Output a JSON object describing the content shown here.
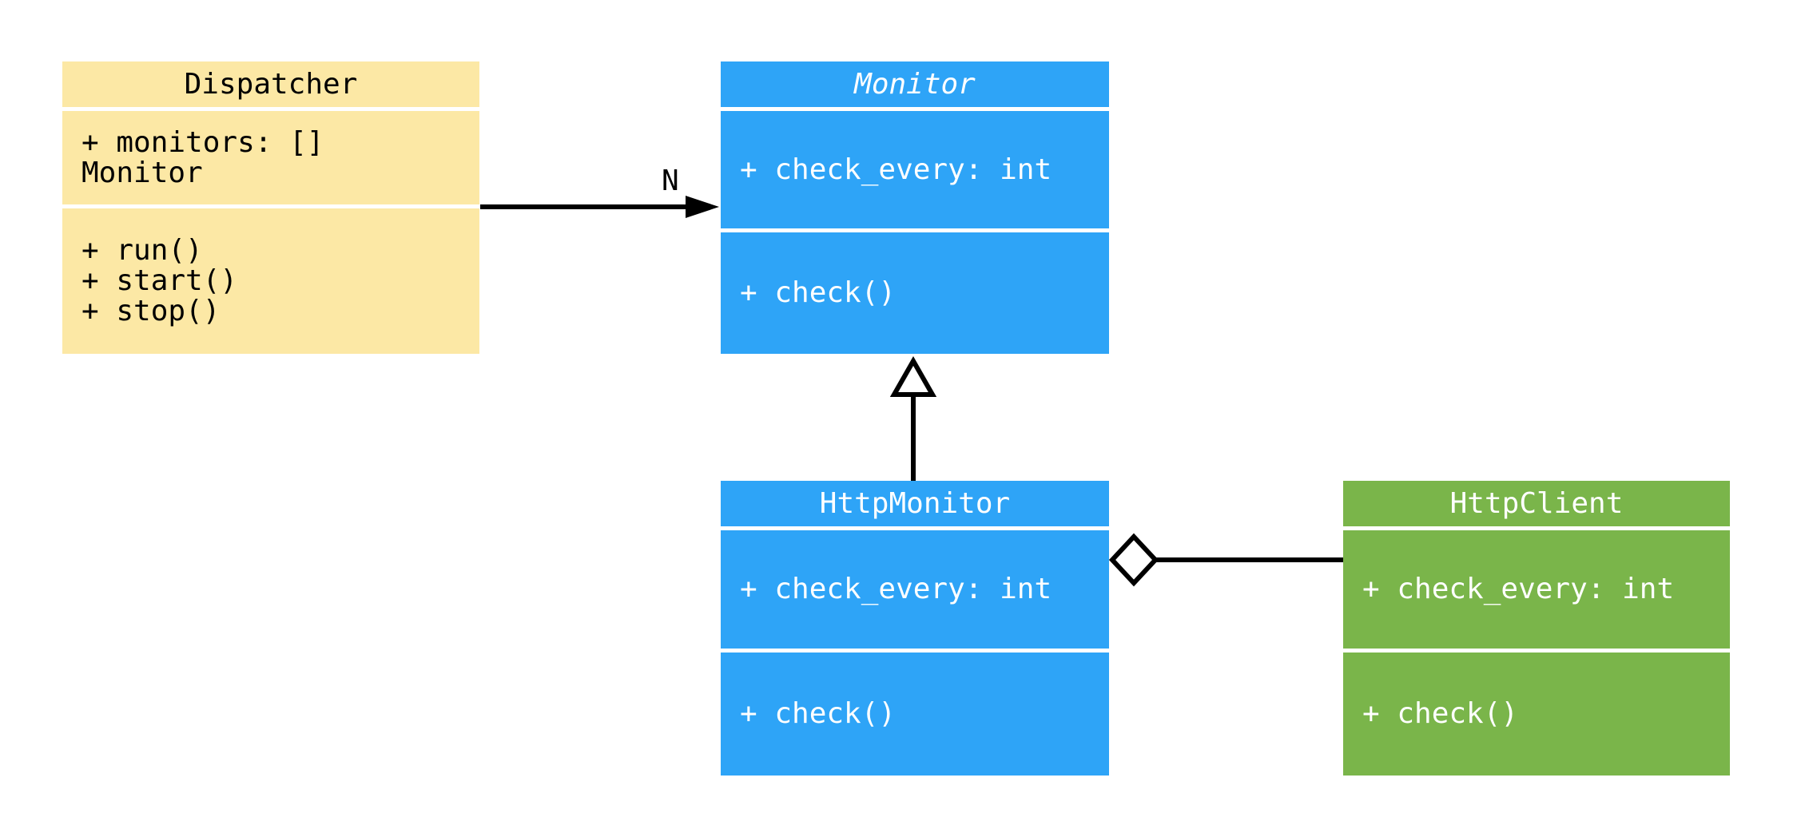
{
  "diagram": {
    "type": "uml-class-diagram",
    "background_color": "#ffffff",
    "line_color": "#000000",
    "classes": [
      {
        "name": "Dispatcher",
        "is_abstract": false,
        "fill_color": "#fce8a5",
        "text_color": "#000000",
        "attributes": [
          "+ monitors: [] Monitor"
        ],
        "methods": [
          "+ run()",
          "+ start()",
          "+ stop()"
        ]
      },
      {
        "name": "Monitor",
        "is_abstract": true,
        "fill_color": "#2ea4f7",
        "text_color": "#ffffff",
        "attributes": [
          "+ check_every: int"
        ],
        "methods": [
          "+ check()"
        ]
      },
      {
        "name": "HttpMonitor",
        "is_abstract": false,
        "fill_color": "#2ea4f7",
        "text_color": "#ffffff",
        "attributes": [
          "+ check_every: int"
        ],
        "methods": [
          "+ check()"
        ]
      },
      {
        "name": "HttpClient",
        "is_abstract": false,
        "fill_color": "#7ab54a",
        "text_color": "#ffffff",
        "attributes": [
          "+ check_every: int"
        ],
        "methods": [
          "+ check()"
        ]
      }
    ],
    "relationships": [
      {
        "type": "association",
        "from": "Dispatcher",
        "to": "Monitor",
        "label": "N",
        "arrow_style": "filled-arrowhead"
      },
      {
        "type": "inheritance",
        "from": "HttpMonitor",
        "to": "Monitor",
        "label": "",
        "arrow_style": "hollow-triangle"
      },
      {
        "type": "aggregation",
        "from": "HttpMonitor",
        "to": "HttpClient",
        "label": "",
        "arrow_style": "hollow-diamond"
      }
    ]
  }
}
